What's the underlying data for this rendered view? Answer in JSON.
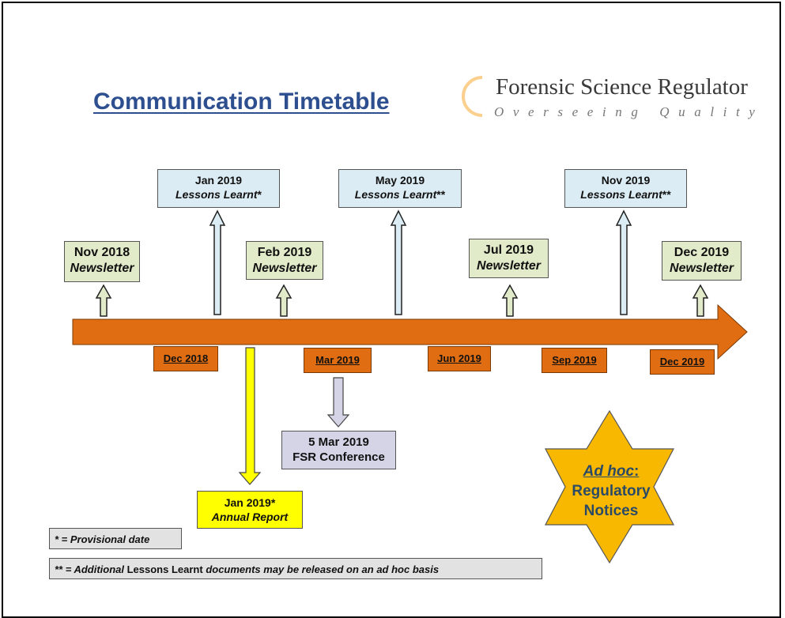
{
  "title": "Communication Timetable",
  "logo": {
    "name": "Forensic Science Regulator",
    "tagline": "Overseeing Quality"
  },
  "newsletters": [
    {
      "date": "Nov 2018",
      "label": "Newsletter"
    },
    {
      "date": "Feb 2019",
      "label": "Newsletter"
    },
    {
      "date": "Jul 2019",
      "label": "Newsletter"
    },
    {
      "date": "Dec 2019",
      "label": "Newsletter"
    }
  ],
  "lessons_learnt": [
    {
      "date": "Jan 2019",
      "label": "Lessons Learnt",
      "mark": "*"
    },
    {
      "date": "May 2019",
      "label": "Lessons Learnt",
      "mark": "**"
    },
    {
      "date": "Nov 2019",
      "label": "Lessons Learnt",
      "mark": "**"
    }
  ],
  "months": [
    "Dec 2018",
    "Mar 2019",
    "Jun 2019",
    "Sep 2019",
    "Dec 2019"
  ],
  "conference": {
    "date": "5 Mar 2019",
    "label": "FSR Conference"
  },
  "annual_report": {
    "date": "Jan 2019*",
    "label": "Annual Report"
  },
  "adhoc": {
    "heading": "Ad hoc",
    "colon": ":",
    "line1": "Regulatory",
    "line2": "Notices"
  },
  "notes": {
    "provisional": "* = Provisional date",
    "additional_prefix": "** = Additional ",
    "additional_mid": "Lessons Learnt",
    "additional_suffix": " documents may be released on an ad hoc basis"
  },
  "colors": {
    "timeline": "#e06d12",
    "newsletter": "#e1eac9",
    "lessons": "#dcecf4",
    "conference": "#d5d4e7",
    "annual": "#ffff00",
    "star": "#f9b800",
    "title": "#2e4f8f"
  }
}
